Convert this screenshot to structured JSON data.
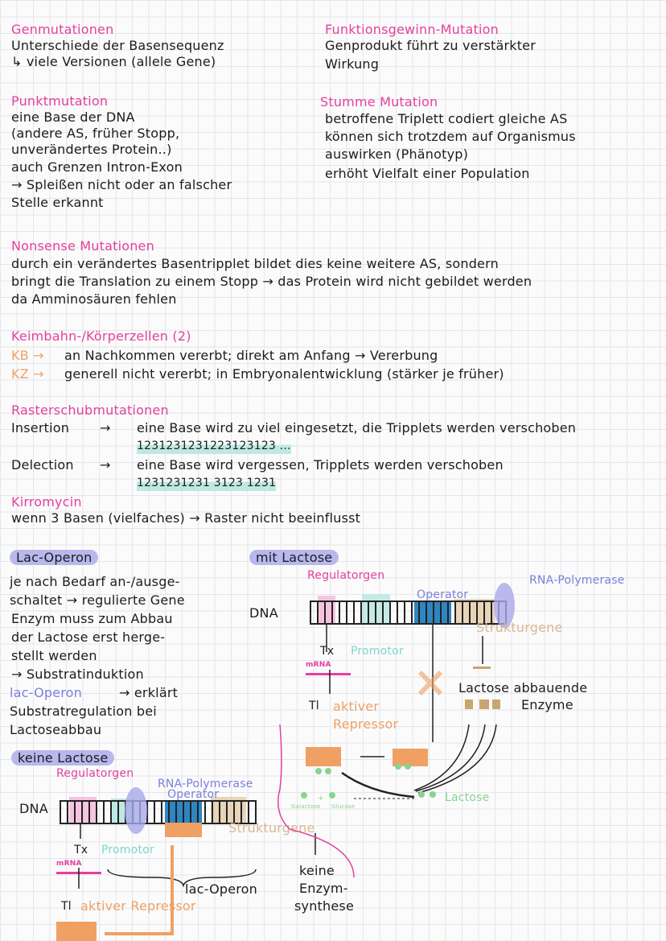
{
  "genmutationen": {
    "title": "Genmutationen",
    "lines": [
      "Unterschiede der Basensequenz",
      "↳ viele Versionen (allele Gene)"
    ]
  },
  "funktionsgewinn": {
    "title": "Funktionsgewinn-Mutation",
    "lines": [
      "Genprodukt führt zu verstärkter",
      "Wirkung"
    ]
  },
  "punktmutation": {
    "title": "Punktmutation",
    "lines": [
      "eine Base der DNA",
      "(andere AS, früher Stopp,",
      "unverändertes Protein..)",
      "auch Grenzen Intron-Exon",
      "→ Spleißen nicht oder an falscher",
      "Stelle erkannt"
    ]
  },
  "stumme": {
    "title": "Stumme Mutation",
    "lines": [
      "betroffene Triplett codiert gleiche AS",
      "können sich trotzdem auf Organismus",
      "auswirken (Phänotyp)",
      "erhöht Vielfalt einer Population"
    ]
  },
  "nonsense": {
    "title": "Nonsense Mutationen",
    "lines": [
      "durch ein verändertes Basentripplet bildet dies keine weitere AS, sondern",
      "bringt die Translation zu einem Stopp → das Protein wird nicht gebildet werden",
      "da Amminosäuren fehlen"
    ]
  },
  "keimbahn": {
    "title": "Keimbahn-/Körperzellen (2)",
    "kb_label": "KB →",
    "kb_text": "an Nachkommen vererbt; direkt am Anfang → Vererbung",
    "kz_label": "KZ →",
    "kz_text": "generell nicht vererbt; in Embryonalentwicklung (stärker je früher)"
  },
  "raster": {
    "title": "Rasterschubmutationen",
    "insertion": "Insertion",
    "insertion_arrow": "→",
    "insertion_text": "eine Base wird zu viel eingesetzt, die Tripplets werden verschoben",
    "insertion_seq": "1231231231223123123 ...",
    "deletion": "Delection",
    "deletion_arrow": "→",
    "deletion_text": "eine Base wird vergessen, Tripplets werden verschoben",
    "deletion_seq": "1231231231 3123 1231"
  },
  "kirromycin": {
    "title": "Kirromycin",
    "text": "wenn 3 Basen (vielfaches) → Raster nicht beeinflusst"
  },
  "lac": {
    "title": "Lac-Operon",
    "lines": [
      "je nach Bedarf an-/ausge-",
      "schaltet → regulierte Gene",
      "Enzym muss zum Abbau",
      "der Lactose erst herge-",
      "stellt werden",
      "→ Substratinduktion"
    ],
    "lac_operon": "lac-Operon",
    "lines2": [
      "→ erklärt",
      "Substratregulation bei",
      "Lactoseabbau"
    ]
  },
  "mit": {
    "title": "mit Lactose",
    "regulatorgen": "Regulatorgen",
    "rna_pol": "RNA-Polymerase",
    "operator": "Operator",
    "dna": "DNA",
    "strukturgene": "Strukturgene",
    "tx": "Tx",
    "mrna": "mRNA",
    "promotor": "Promotor",
    "tl": "Tl",
    "aktiver": "aktiver",
    "repressor": "Repressor",
    "enzyme1": "Lactose abbauende",
    "enzyme2": "Enzyme",
    "lactose": "Lactose",
    "galactose": "Galactose",
    "glucose": "Glucose",
    "plus": "+"
  },
  "keine": {
    "title": "keine Lactose",
    "regulatorgen": "Regulatorgen",
    "rna_pol": "RNA-Polymerase",
    "operator": "Operator",
    "dna": "DNA",
    "strukturgene": "Strukturgene",
    "tx": "Tx",
    "mrna": "mRNA",
    "promotor": "Promotor",
    "lac_operon": "lac-Operon",
    "tl": "Tl",
    "aktiver_repressor": "aktiver Repressor",
    "keine1": "keine",
    "keine2": "Enzym-",
    "keine3": "synthese"
  }
}
